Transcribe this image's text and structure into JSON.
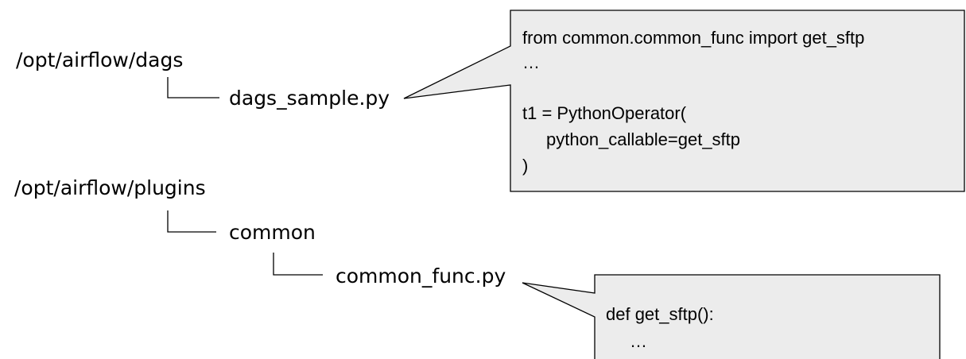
{
  "tree": {
    "dags_root": "/opt/airflow/dags",
    "dags_sample": "dags_sample.py",
    "plugins_root": "/opt/airflow/plugins",
    "common_dir": "common",
    "common_func": "common_func.py"
  },
  "callouts": {
    "dags_sample_code": {
      "line1": "from common.common_func import get_sftp",
      "line2": "…",
      "line3": "t1 = PythonOperator(",
      "line4": "python_callable=get_sftp",
      "line5": ")"
    },
    "common_func_code": {
      "line1": "def get_sftp():",
      "line2": "…"
    }
  },
  "colors": {
    "callout_fill": "#ececec",
    "stroke": "#000000",
    "text": "#000000"
  }
}
